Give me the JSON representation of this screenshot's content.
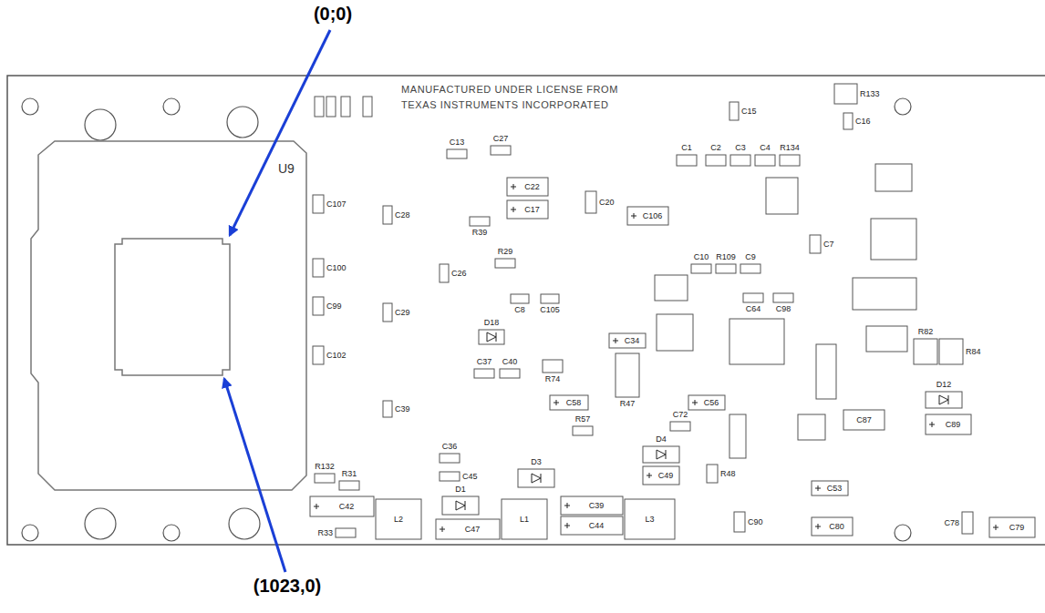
{
  "diagram": {
    "labels": [
      "(0;0)",
      "(1023,0)",
      "MANUFACTURED UNDER LICENSE FROM",
      "TEXAS INSTRUMENTS INCORPORATED",
      "U9",
      "C107",
      "C100",
      "C99",
      "C102",
      "C28",
      "C29",
      "C39",
      "C13",
      "C27",
      "C22",
      "C17",
      "C20",
      "C106",
      "R39",
      "R29",
      "C26",
      "C8",
      "C105",
      "D18",
      "C37",
      "C40",
      "R74",
      "C34",
      "R47",
      "C58",
      "R57",
      "C36",
      "C45",
      "D3",
      "D4",
      "C49",
      "D1",
      "C42",
      "L2",
      "C47",
      "L1",
      "C39",
      "C44",
      "L3",
      "R132",
      "R31",
      "R33",
      "C56",
      "C53",
      "C80",
      "C79",
      "C78",
      "C89",
      "D12",
      "C87",
      "R134",
      "C4",
      "C3",
      "C2",
      "C1",
      "C15",
      "C10",
      "R109",
      "C9",
      "C64",
      "C98",
      "R82",
      "R84",
      "C72",
      "R48",
      "C90",
      "R133",
      "C16",
      "C7"
    ]
  }
}
